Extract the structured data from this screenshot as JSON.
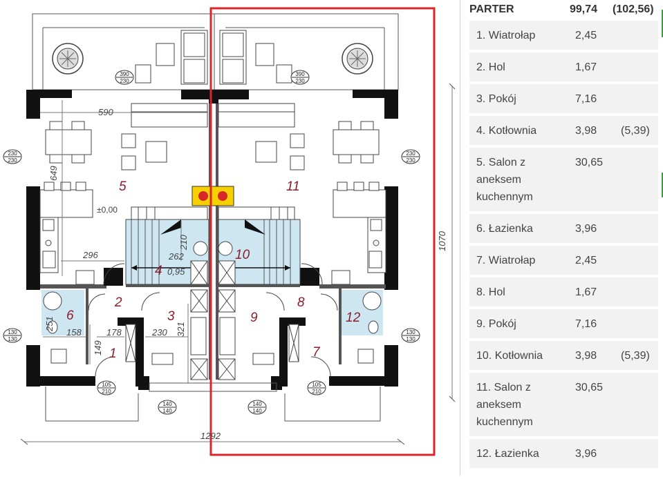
{
  "plan": {
    "rooms": [
      {
        "id": "5",
        "label": "5"
      },
      {
        "id": "11",
        "label": "11"
      },
      {
        "id": "2",
        "label": "2"
      },
      {
        "id": "3",
        "label": "3"
      },
      {
        "id": "4",
        "label": "4"
      },
      {
        "id": "6",
        "label": "6"
      },
      {
        "id": "1",
        "label": "1"
      },
      {
        "id": "10",
        "label": "10"
      },
      {
        "id": "9",
        "label": "9"
      },
      {
        "id": "8",
        "label": "8"
      },
      {
        "id": "12",
        "label": "12"
      },
      {
        "id": "7",
        "label": "7"
      }
    ],
    "dimensions": {
      "d590": "590",
      "d649": "649",
      "d296": "296",
      "d210": "210",
      "d262": "262",
      "d095": "0,95",
      "d158": "158",
      "d178": "178",
      "d230": "230",
      "d321": "321",
      "d149": "149",
      "d251": "251",
      "d1070": "1070",
      "d1292": "1292",
      "level": "±0,00"
    },
    "windows": {
      "w390a": "390",
      "w230a": "230",
      "w390b": "390",
      "w230b": "230",
      "wl230a": "230",
      "wl230b": "230",
      "wr230a": "230",
      "wr230b": "230",
      "wl130a": "130",
      "wl130b": "130",
      "wr130a": "130",
      "wr130b": "130",
      "d105a": "105",
      "d210a": "210",
      "d105b": "105",
      "d210b": "210",
      "w140a": "140",
      "w140b": "140",
      "w140c": "140",
      "w140d": "140"
    },
    "highlight_color": "#d9262b",
    "wall_color": "#111111",
    "stair_fill": "#cde6f2"
  },
  "table": {
    "header": {
      "level": "PARTER",
      "area": "99,74",
      "extra": "(102,56)"
    },
    "rows": [
      {
        "name": "1. Wiatrołap",
        "area": "2,45",
        "extra": ""
      },
      {
        "name": "2. Hol",
        "area": "1,67",
        "extra": ""
      },
      {
        "name": "3. Pokój",
        "area": "7,16",
        "extra": ""
      },
      {
        "name": "4. Kotłownia",
        "area": "3,98",
        "extra": "(5,39)"
      },
      {
        "name": "5. Salon z aneksem kuchennym",
        "area": "30,65",
        "extra": ""
      },
      {
        "name": "6. Łazienka",
        "area": "3,96",
        "extra": ""
      },
      {
        "name": "7. Wiatrołap",
        "area": "2,45",
        "extra": ""
      },
      {
        "name": "8. Hol",
        "area": "1,67",
        "extra": ""
      },
      {
        "name": "9. Pokój",
        "area": "7,16",
        "extra": ""
      },
      {
        "name": "10. Kotłownia",
        "area": "3,98",
        "extra": "(5,39)"
      },
      {
        "name": "11. Salon z aneksem kuchennym",
        "area": "30,65",
        "extra": ""
      },
      {
        "name": "12. Łazienka",
        "area": "3,96",
        "extra": ""
      }
    ],
    "accent_color": "#3aa040"
  }
}
